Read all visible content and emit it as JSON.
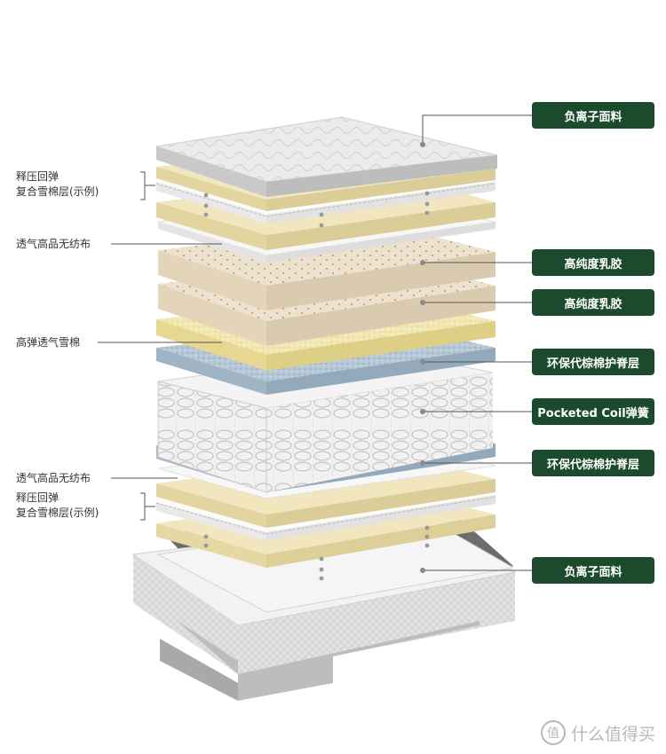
{
  "right_labels": [
    "负离子面料",
    "高纯度乳胶",
    "高纯度乳胶",
    "环保代棕棉护脊层",
    "Pocketed Coil弹簧",
    "环保代棕棉护脊层",
    "负离子面料"
  ],
  "left_labels": {
    "top_comfort_line1": "释压回弹",
    "top_comfort_line2": "复合雪棉层(示例)",
    "nonwoven_top": "透气高品无纺布",
    "high_resilience_foam": "高弹透气雪棉",
    "nonwoven_bottom": "透气高品无纺布",
    "bottom_comfort_line1": "释压回弹",
    "bottom_comfort_line2": "复合雪棉层(示例)"
  },
  "watermark": {
    "symbol": "值",
    "text": "什么值得买"
  },
  "colors": {
    "badge": "#1c4a2c",
    "fabric": "#e8e8e8",
    "cream_foam": "#efe4bc",
    "nonwoven": "#f4f4f4",
    "latex": "#ece0cc",
    "yellow_foam": "#f1e7b0",
    "blue_fiber": "#b9cad6",
    "spring": "#eeeeee",
    "base": "#dcdcdc"
  }
}
